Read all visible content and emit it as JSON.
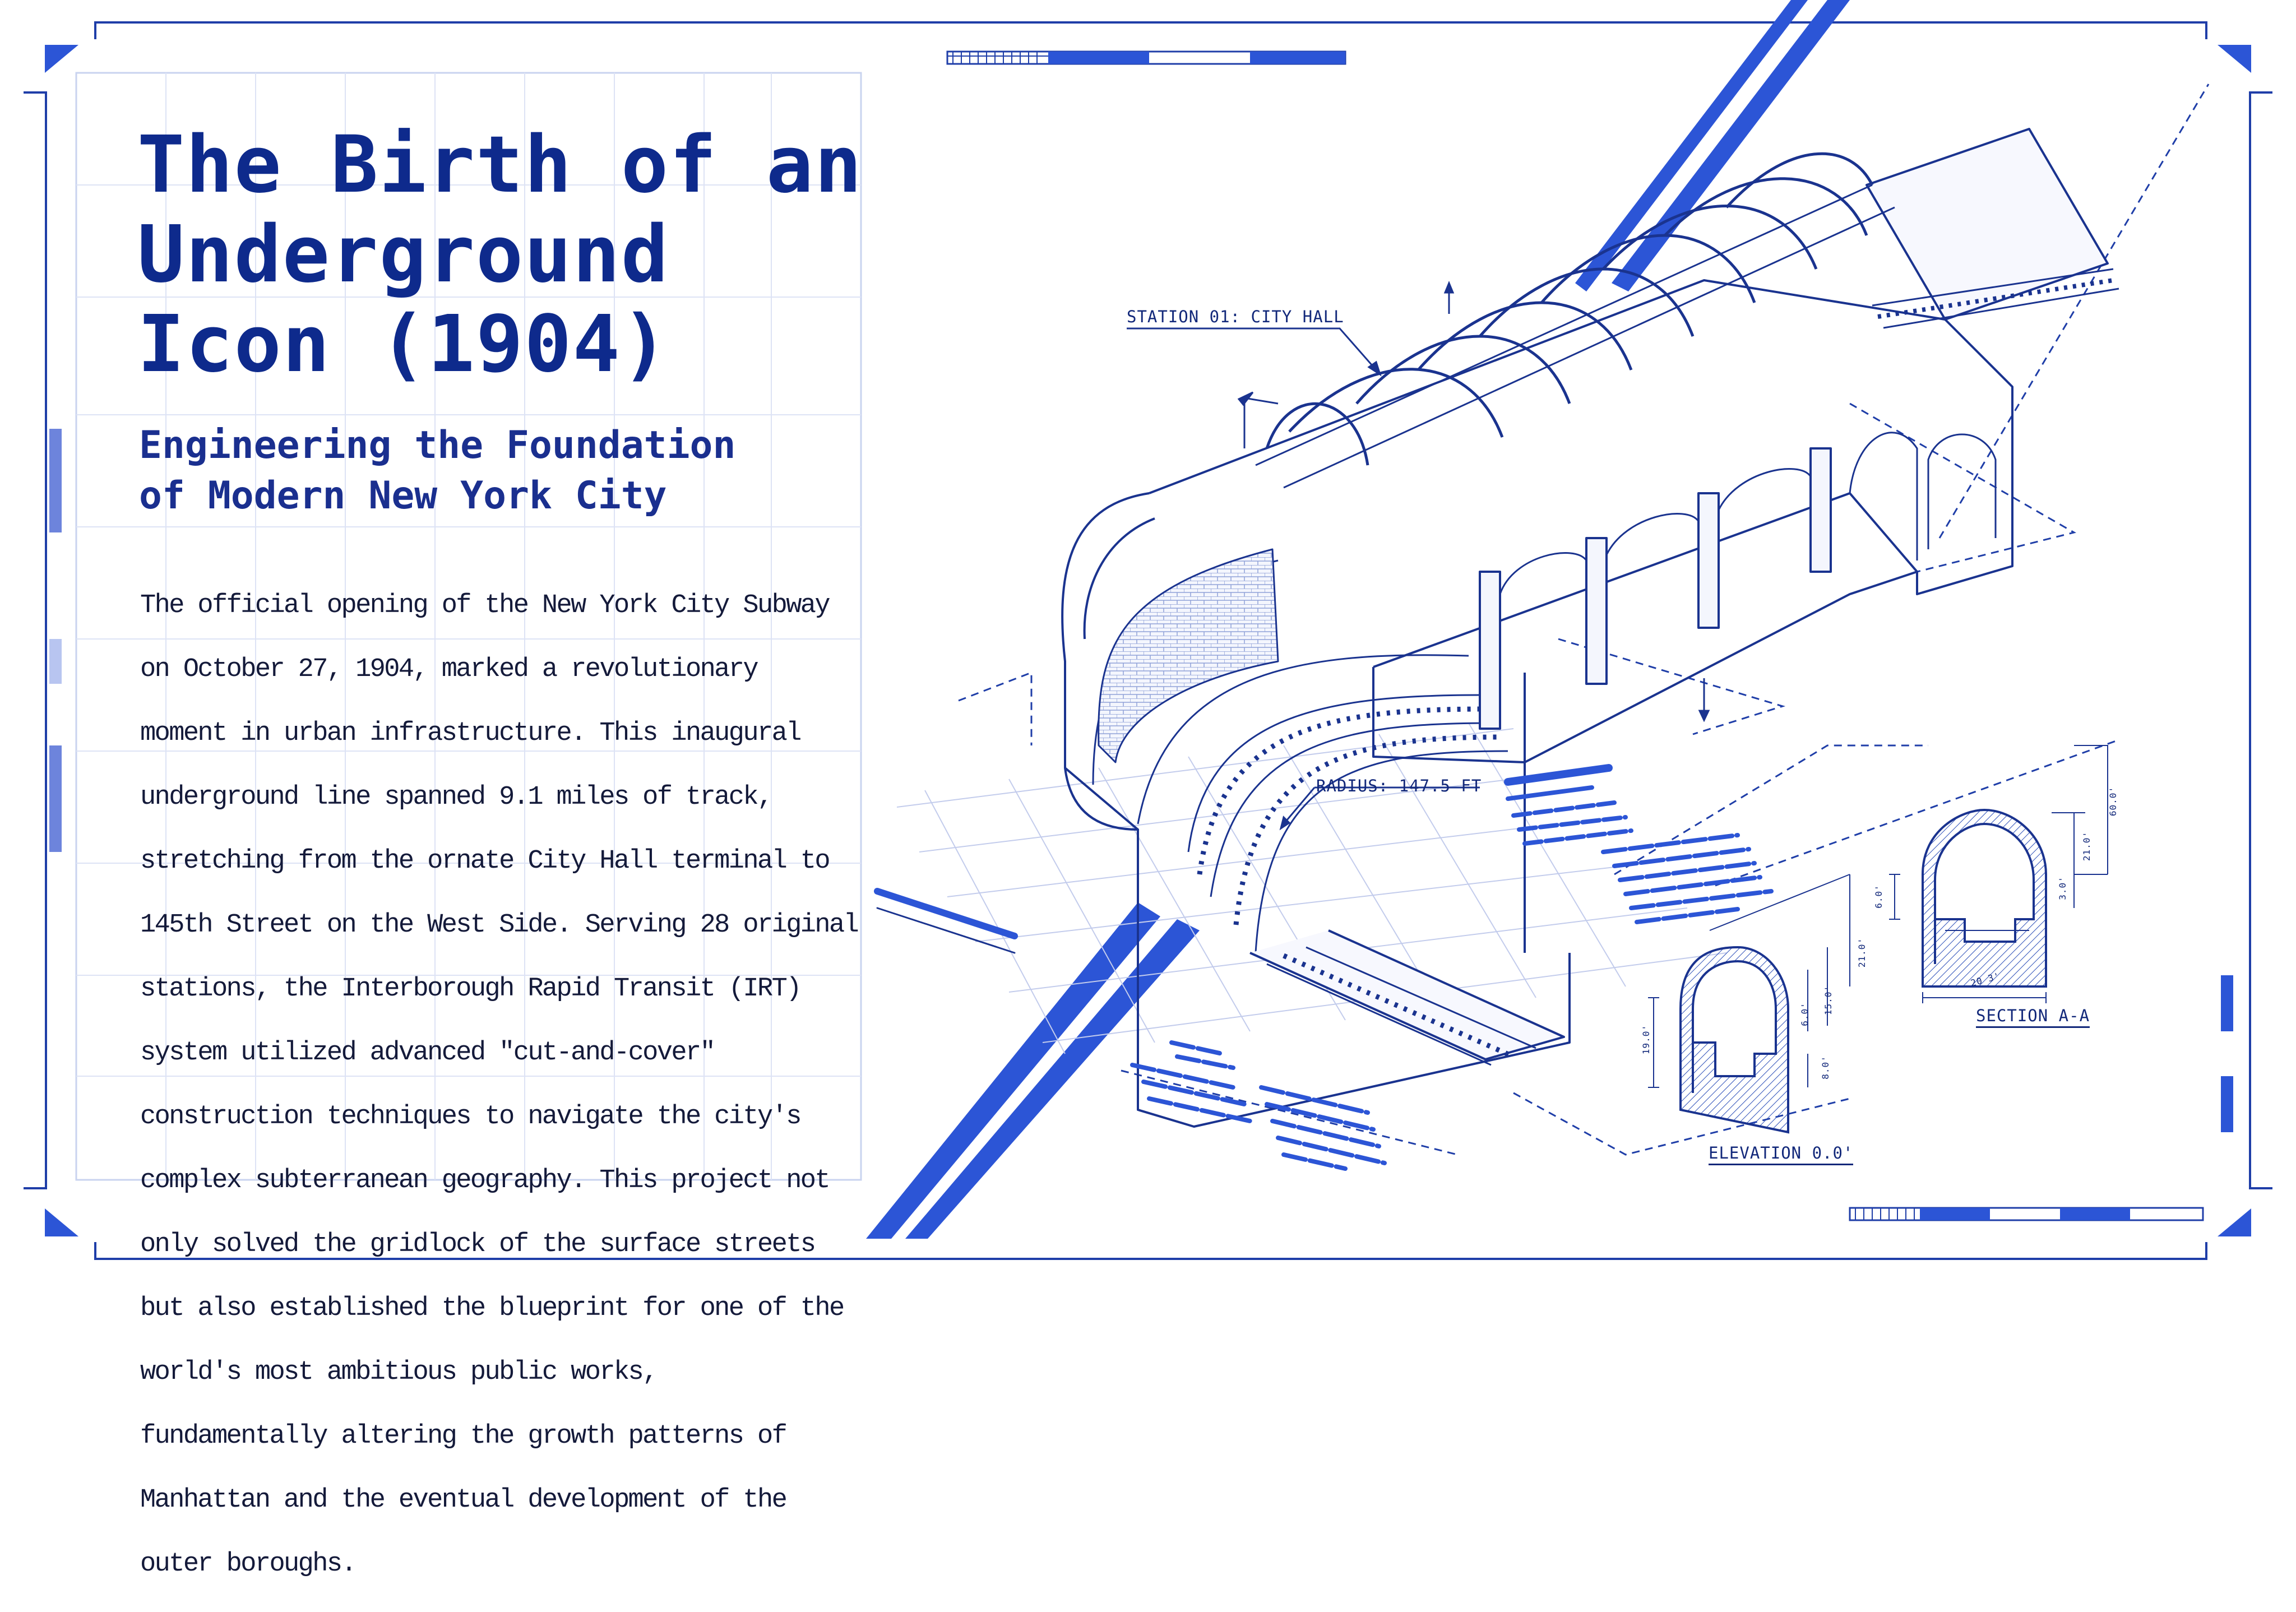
{
  "header": {
    "title_lines": [
      "The Birth of an",
      "Underground",
      "Icon (1904)"
    ],
    "subtitle_lines": [
      "Engineering the Foundation",
      "of Modern New York City"
    ]
  },
  "body": {
    "lines": [
      "The official opening of the New York City Subway",
      "on October 27, 1904, marked a revolutionary",
      "moment in urban infrastructure. This inaugural",
      "underground line spanned 9.1 miles of track,",
      "stretching from the ornate City Hall terminal to",
      "145th Street on the West Side. Serving 28 original",
      "stations, the Interborough Rapid Transit (IRT)",
      "system utilized advanced \"cut-and-cover\"",
      "construction techniques to navigate the city's",
      "complex subterranean geography. This project not",
      "only solved the gridlock of the surface streets",
      "but also established the blueprint for one of the",
      "world's most ambitious public works,",
      "fundamentally altering the growth patterns of",
      "Manhattan and the eventual development of the",
      "outer boroughs."
    ]
  },
  "diagram": {
    "station_label": "STATION 01: CITY HALL",
    "radius_label": "RADIUS: 147.5 FT",
    "section_label": "SECTION A-A",
    "elevation_label": "ELEVATION 0.0'",
    "dims_elevation": [
      "19.0'",
      "21.0'",
      "15.0'",
      "6.0'",
      "8.0'"
    ],
    "dims_section": [
      "60.0'",
      "21.0'",
      "6.0'",
      "3.0'",
      "20 3'"
    ]
  },
  "colors": {
    "primary": "#0e2a8c",
    "accent": "#2c55d6",
    "grid": "#c9d3ef",
    "background": "#ffffff"
  }
}
